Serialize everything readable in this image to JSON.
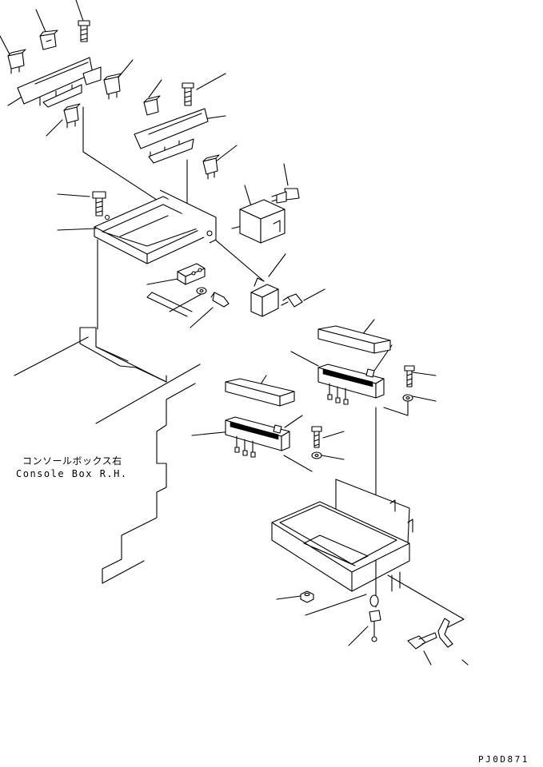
{
  "labels": {
    "japanese": "コンソールボックス右",
    "english": "Console Box R.H.",
    "drawing_code": "PJ0D871"
  }
}
